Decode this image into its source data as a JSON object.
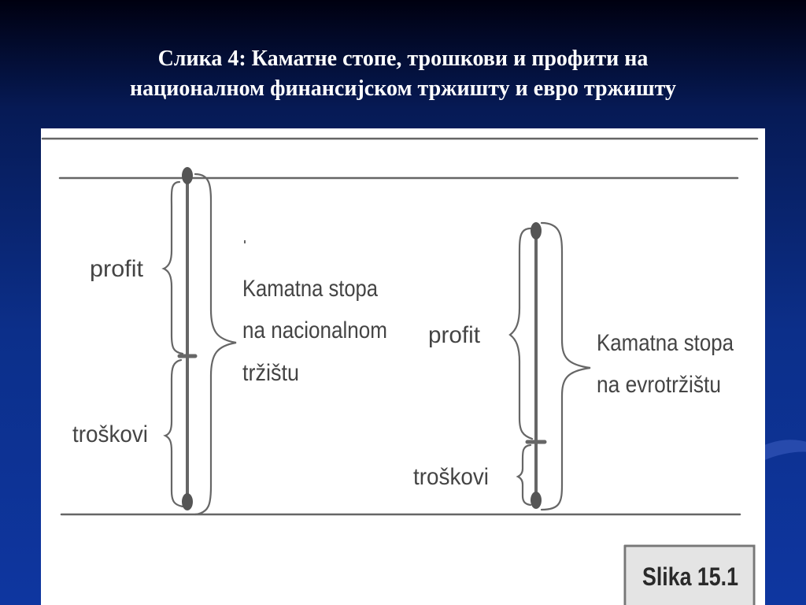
{
  "slide": {
    "title_line1": "Слика 4: Каматне стопе, трошкови и профити на",
    "title_line2": "националном финансијском тржишту и евро тржишту"
  },
  "figure": {
    "left": {
      "profit_label": "profit",
      "costs_label": "troškovi",
      "rate_line1": "Kamatna stopa",
      "rate_line2": "na nacionalnom",
      "rate_line3": "tržištu"
    },
    "right": {
      "profit_label": "profit",
      "costs_label": "troškovi",
      "rate_line1": "Kamatna stopa",
      "rate_line2": "na evrotržištu"
    },
    "caption": "Slika 15.1"
  },
  "colors": {
    "slide_background": "#0c2f8a",
    "title_text": "#ffffff",
    "figure_ink": "#555555"
  }
}
